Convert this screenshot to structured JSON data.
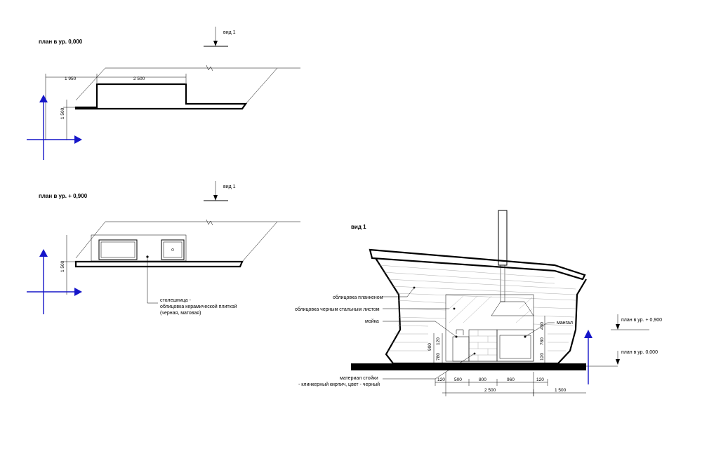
{
  "plan_0": {
    "title": "план в ур. 0,000",
    "view_marker": "вид 1",
    "dim_left": "1 950",
    "dim_top": "2 500",
    "dim_side": "1 500"
  },
  "plan_900": {
    "title": "план в ур. + 0,900",
    "view_marker": "вид 1",
    "dim_side": "1 500",
    "note_line1": "столешница -",
    "note_line2": "облицовка керамической плиткой",
    "note_line3": "(черная, матовая)"
  },
  "view1": {
    "title": "вид 1",
    "labels": {
      "plank": "облицовка планкеном",
      "steel": "облицовка черным стальным листом",
      "sink": "мойка",
      "grill": "мангал",
      "material_line1": "материал стойки",
      "material_line2": "- клинкерный кирпич, цвет - черный"
    },
    "level_high": "план в ур. + 0,900",
    "level_low": "план в ур. 0,000",
    "dims_bottom": [
      "120",
      "500",
      "800",
      "960",
      "120"
    ],
    "dim_total": "2 500",
    "dim_right": "1 500",
    "dims_vertical_left": [
      "900",
      "780",
      "120"
    ],
    "dims_vertical_right": [
      "430",
      "780",
      "120"
    ]
  },
  "colors": {
    "axis": "#1515c9",
    "lines": "#000000"
  }
}
